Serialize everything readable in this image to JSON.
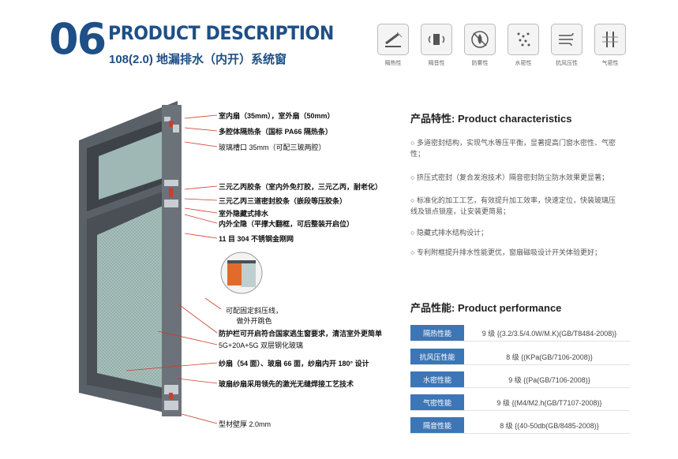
{
  "header": {
    "number": "06",
    "title": "PRODUCT DESCRIPTION",
    "subtitle": "108(2.0) 地漏排水（内开）系统窗"
  },
  "icons": [
    {
      "name": "insulation-icon",
      "caption": "隔热性"
    },
    {
      "name": "soundproof-icon",
      "caption": "隔音性"
    },
    {
      "name": "waterproof-icon",
      "caption": "防雾性"
    },
    {
      "name": "watertight-icon",
      "caption": "水密性"
    },
    {
      "name": "wind-resistance-icon",
      "caption": "抗风压性"
    },
    {
      "name": "airtight-icon",
      "caption": "气密性"
    }
  ],
  "callouts": [
    "室内扇（35mm），室外扇（50mm）",
    "多腔体隔热条（国标 PA66 隔热条）",
    "玻璃槽口 35mm（可配三玻两腔）",
    "三元乙丙胶条（室内外免打胶，三元乙丙，耐老化）",
    "三元乙丙三道密封胶条（嵌段等压胶条）",
    "室外隐藏式排水",
    "内外全隐（平撑大翻框，可后整装开启位）",
    "11 目 304 不锈钢金刚网",
    "可配固定斜压线，做外开跳色",
    "防护栏可开启符合国家逃生窗要求，清洁室外更简单",
    "5G+20A+5G 双层钢化玻璃",
    "纱扇（54 面）、玻扇 66 面，纱扇内开 180° 设计",
    "玻扇纱扇采用领先的激光无缝焊接工艺技术",
    "型材壁厚 2.0mm"
  ],
  "characteristics": {
    "title": "产品特性: Product characteristics",
    "items": [
      "多道密封结构，实现气水等压平衡，显著提高门窗水密性、气密性；",
      "挤压式密封（复合发泡技术）隔音密封防尘防水效果更显著；",
      "标准化的加工工艺，有效提升加工效率，快速定位，快装玻璃压线及锁点锁座，让安装更简易；",
      "隐藏式排水结构设计；",
      "专利附框提升排水性能更优，窗扇磁吸设计开关体验更好；"
    ]
  },
  "performance": {
    "title": "产品性能: Product performance",
    "rows": [
      {
        "label": "隔热性能",
        "value": "9 级 {(3.2/3.5/4.0W/M.K)(GB/T8484-2008)}"
      },
      {
        "label": "抗风压性能",
        "value": "8 级 {(KPa(GB/7106-2008)}"
      },
      {
        "label": "水密性能",
        "value": "9 级 {(Pa(GB/7106-2008)}"
      },
      {
        "label": "气密性能",
        "value": "9 级 {(M4/M2.h(GB/T7107-2008)}"
      },
      {
        "label": "隔音性能",
        "value": "8 级 {(40-50db(GB/8485-2008)}"
      }
    ]
  },
  "colors": {
    "brand_blue": "#1e4f86",
    "label_blue": "#3d76b6",
    "frame_gray": "#4a4f55",
    "callout_red": "#d23a2a"
  }
}
